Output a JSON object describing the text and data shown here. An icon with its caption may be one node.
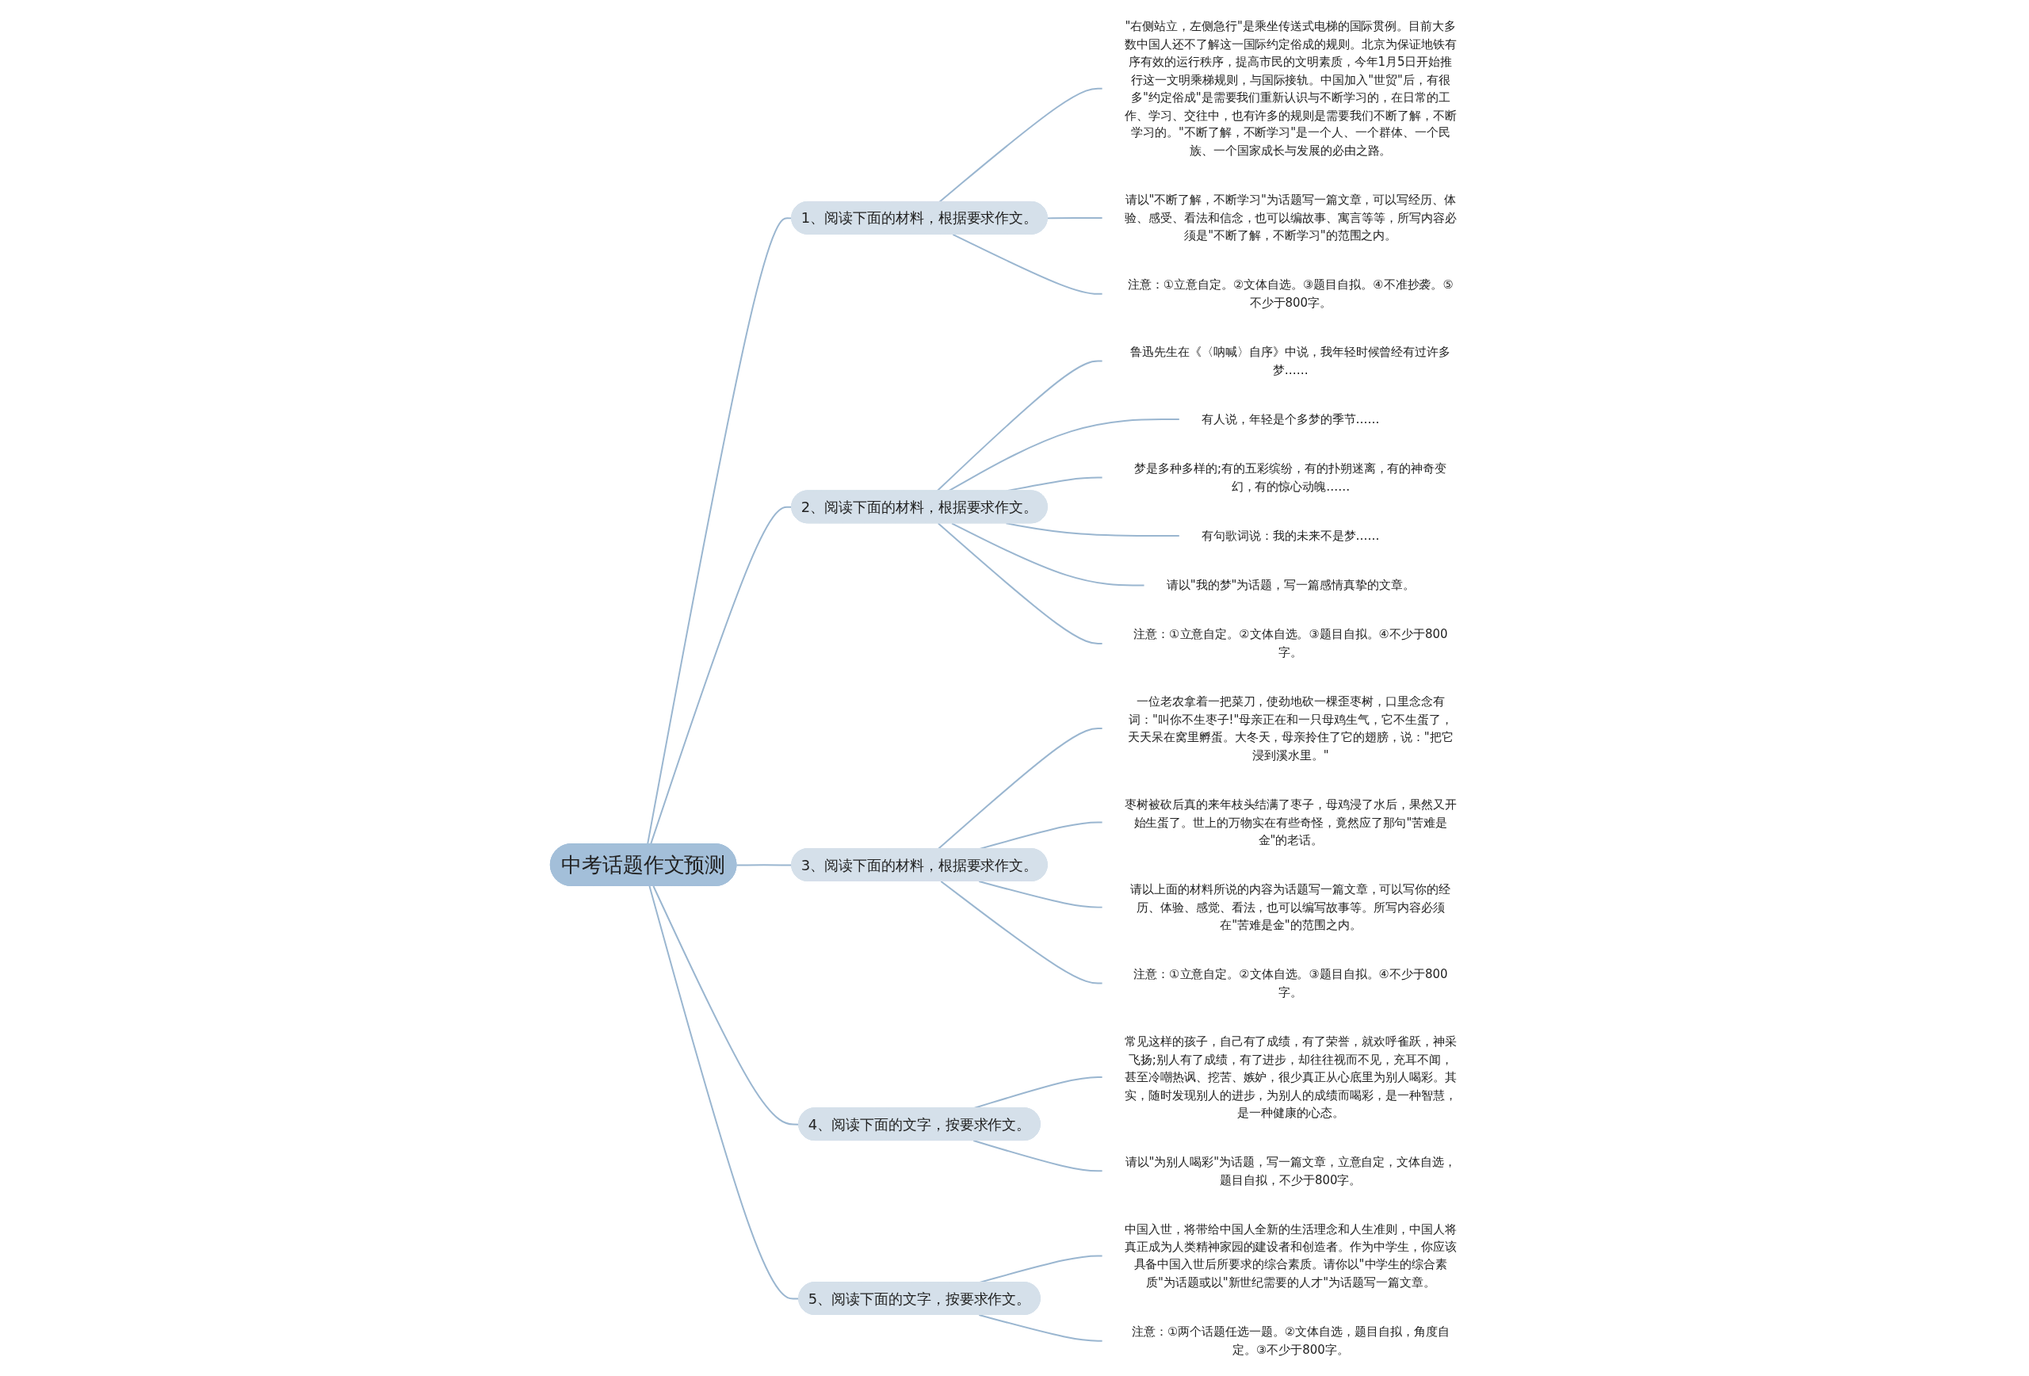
{
  "diagram": {
    "nodes": [
      {
        "text": [
          "中考话题作文预测"
        ]
      },
      {
        "text": [
          "1、阅读下面的材料，根据要求作文。"
        ]
      },
      {
        "text": [
          "\"右侧站立，左侧急行\"是乘坐传送式电梯的国际贯例。目前大多数中国人还不了解这一国际约定俗成的规则。北京为保证地铁有序有效的运行秩序，提高市民的文明素质，今年1月5日开始推行这一文明乘梯规则，与国际接轨。中国加入\"世贸\"后，有很多\"约定俗成\"是需要我们重新认识与不断学习的，在日常的工作、学习、交往中，也有许多的规则是需要我们不断了解，不断学习的。\"不断了解，不断学习\"是一个人、一个群体、一个民族、一个国家成长与发展的必由之路。"
        ]
      },
      {
        "text": [
          "请以\"不断了解，不断学习\"为话题写一篇文章，可以写经历、体验、感受、看法和信念，也可以编故事、寓言等等，所写内容必须是\"不断了解，不断学习\"的范围之内。"
        ]
      },
      {
        "text": [
          "注意：①立意自定。②文体自选。③题目自拟。④不准抄袭。⑤不少于800字。"
        ]
      },
      {
        "text": [
          "2、阅读下面的材料，根据要求作文。"
        ]
      },
      {
        "text": [
          "鲁迅先生在《〈呐喊〉自序》中说，我年轻时候曾经有过许多梦……"
        ]
      },
      {
        "text": [
          "有人说，年轻是个多梦的季节……"
        ]
      },
      {
        "text": [
          "梦是多种多样的;有的五彩缤纷，有的扑朔迷离，有的神奇变幻，有的惊心动魄……"
        ]
      },
      {
        "text": [
          "有句歌词说：我的未来不是梦……"
        ]
      },
      {
        "text": [
          "请以\"我的梦\"为话题，写一篇感情真挚的文章。"
        ]
      },
      {
        "text": [
          "注意：①立意自定。②文体自选。③题目自拟。④不少于800字。"
        ]
      },
      {
        "text": [
          "3、阅读下面的材料，根据要求作文。"
        ]
      },
      {
        "text": [
          "一位老农拿着一把菜刀，使劲地砍一棵歪枣树，口里念念有词：\"叫你不生枣子!\"母亲正在和一只母鸡生气，它不生蛋了，天天呆在窝里孵蛋。大冬天，母亲拎住了它的翅膀，说：\"把它浸到溪水里。\""
        ]
      },
      {
        "text": [
          "枣树被砍后真的来年枝头结满了枣子，母鸡浸了水后，果然又开始生蛋了。世上的万物实在有些奇怪，竟然应了那句\"苦难是金\"的老话。"
        ]
      },
      {
        "text": [
          "请以上面的材料所说的内容为话题写一篇文章，可以写你的经历、体验、感觉、看法，也可以编写故事等。所写内容必须在\"苦难是金\"的范围之内。"
        ]
      },
      {
        "text": [
          "注意：①立意自定。②文体自选。③题目自拟。④不少于800字。"
        ]
      },
      {
        "text": [
          "4、阅读下面的文字，按要求作文。"
        ]
      },
      {
        "text": [
          "常见这样的孩子，自己有了成绩，有了荣誉，就欢呼雀跃，神采飞扬;别人有了成绩，有了进步，却往往视而不见，充耳不闻，甚至冷嘲热讽、挖苦、嫉妒，很少真正从心底里为别人喝彩。其实，随时发现别人的进步，为别人的成绩而喝彩，是一种智慧，是一种健康的心态。"
        ]
      },
      {
        "text": [
          "请以\"为别人喝彩\"为话题，写一篇文章，立意自定，文体自选，题目自拟，不少于800字。"
        ]
      },
      {
        "text": [
          "5、阅读下面的文字，按要求作文。"
        ]
      },
      {
        "text": [
          "中国入世，将带给中国人全新的生活理念和人生准则，中国人将真正成为人类精神家园的建设者和创造者。作为中学生，你应该具备中国入世后所要求的综合素质。请你以\"中学生的综合素质\"为话题或以\"新世纪需要的人才\"为话题写一篇文章。"
        ]
      },
      {
        "text": [
          "注意：①两个话题任选一题。②文体自选，题目自拟，角度自定。③不少于800字。"
        ]
      }
    ],
    "edges": [
      {
        "from": 0,
        "to": 1,
        "arrow": "none"
      },
      {
        "from": 1,
        "to": 2,
        "arrow": "none"
      },
      {
        "from": 1,
        "to": 3,
        "arrow": "none"
      },
      {
        "from": 1,
        "to": 4,
        "arrow": "none"
      },
      {
        "from": 0,
        "to": 5,
        "arrow": "none"
      },
      {
        "from": 5,
        "to": 6,
        "arrow": "none"
      },
      {
        "from": 5,
        "to": 7,
        "arrow": "none"
      },
      {
        "from": 5,
        "to": 8,
        "arrow": "none"
      },
      {
        "from": 5,
        "to": 9,
        "arrow": "none"
      },
      {
        "from": 5,
        "to": 10,
        "arrow": "none"
      },
      {
        "from": 5,
        "to": 11,
        "arrow": "none"
      },
      {
        "from": 0,
        "to": 12,
        "arrow": "none"
      },
      {
        "from": 12,
        "to": 13,
        "arrow": "none"
      },
      {
        "from": 12,
        "to": 14,
        "arrow": "none"
      },
      {
        "from": 12,
        "to": 15,
        "arrow": "none"
      },
      {
        "from": 12,
        "to": 16,
        "arrow": "none"
      },
      {
        "from": 0,
        "to": 17,
        "arrow": "none"
      },
      {
        "from": 17,
        "to": 18,
        "arrow": "none"
      },
      {
        "from": 17,
        "to": 19,
        "arrow": "none"
      },
      {
        "from": 0,
        "to": 20,
        "arrow": "none"
      },
      {
        "from": 20,
        "to": 21,
        "arrow": "none"
      },
      {
        "from": 20,
        "to": 22,
        "arrow": "none"
      }
    ]
  }
}
